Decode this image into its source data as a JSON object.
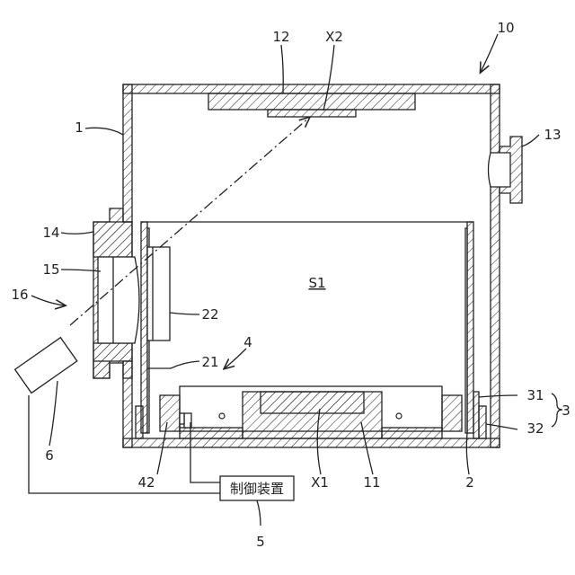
{
  "labels": {
    "device": "10",
    "housing": "1",
    "top_part": "12",
    "point_x2": "X2",
    "port_right": "13",
    "port_left": "14",
    "window": "15",
    "beam": "16",
    "space": "S1",
    "side_plate": "22",
    "assembly": "4",
    "inner_wall": "21",
    "ref_31": "31",
    "ref_32": "32",
    "group_3": "3",
    "camera": "6",
    "ref_42": "42",
    "point_x1": "X1",
    "ref_11": "11",
    "ref_2": "2",
    "controller": "制御装置",
    "controller_ref": "5"
  }
}
